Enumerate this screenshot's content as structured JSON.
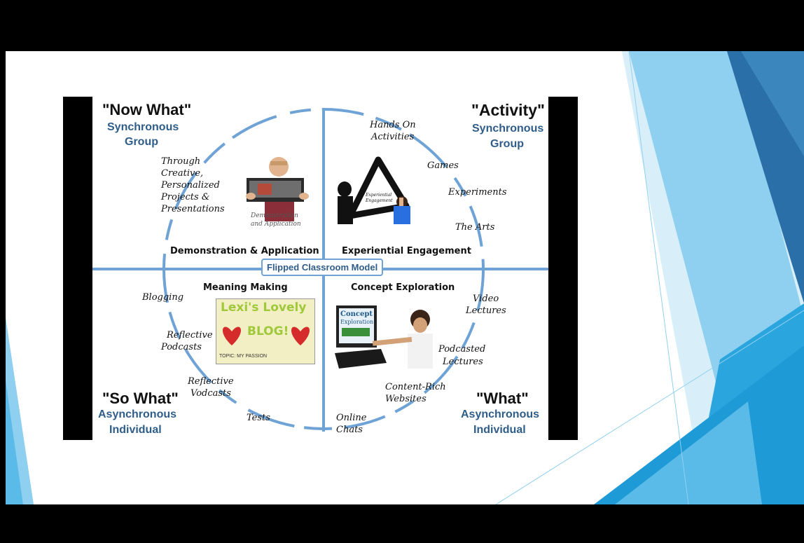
{
  "diagram": {
    "center_label": "Flipped Classroom Model",
    "quadrants": {
      "top_left": {
        "quote": "\"Now What\"",
        "mode": "Synchronous",
        "group": "Group",
        "label": "Demonstration & Application",
        "activities": [
          "Through",
          "Creative,",
          "Personalized",
          "Projects &",
          "Presentations"
        ],
        "photo_caption": [
          "Demonstration",
          "and Application"
        ]
      },
      "top_right": {
        "quote": "\"Activity\"",
        "mode": "Synchronous",
        "group": "Group",
        "label": "Experiential Engagement",
        "activities": [
          "Hands On",
          "Activities",
          "Games",
          "Experiments",
          "The Arts"
        ],
        "photo_caption": [
          "Experiential",
          "Engagement"
        ]
      },
      "bottom_left": {
        "quote": "\"So What\"",
        "mode": "Asynchronous",
        "group": "Individual",
        "label": "Meaning Making",
        "activities": [
          "Blogging",
          "Reflective",
          "Podcasts",
          "Reflective",
          "Vodcasts",
          "Tests"
        ],
        "blog_title": [
          "Lexi's Lovely",
          "BLOG!"
        ],
        "blog_footer": "TOPIC: MY PASSION"
      },
      "bottom_right": {
        "quote": "\"What\"",
        "mode": "Asynchronous",
        "group": "Individual",
        "label": "Concept Exploration",
        "activities": [
          "Video",
          "Lectures",
          "Podcasted",
          "Lectures",
          "Content-Rich",
          "Websites",
          "Online",
          "Chats"
        ],
        "screen_text": [
          "Concept",
          "Exploration"
        ]
      }
    }
  },
  "colors": {
    "axis": "#6fa3d6",
    "blue_text": "#2f5d8a",
    "deco_light": "#bfe3f5",
    "deco_mid": "#5bbbe8",
    "deco_dark": "#2a6fa8"
  }
}
